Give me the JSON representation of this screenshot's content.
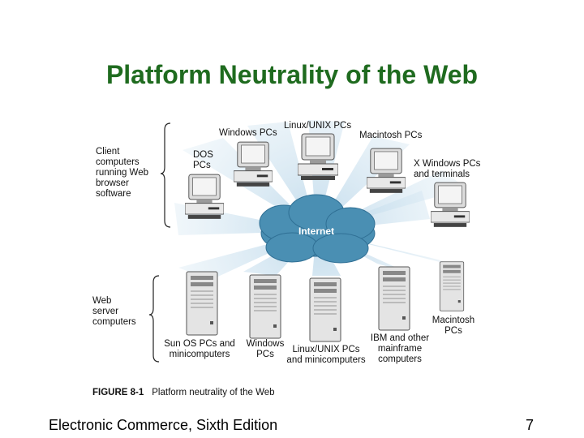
{
  "slide": {
    "title": "Platform Neutrality of the Web",
    "footer_left": "Electronic Commerce, Sixth Edition",
    "page_number": "7"
  },
  "figure": {
    "group_clients": "Client\ncomputers\nrunning Web\nbrowser\nsoftware",
    "group_servers": "Web\nserver\ncomputers",
    "network": "Internet",
    "clients": [
      {
        "label": "DOS\nPCs"
      },
      {
        "label": "Windows PCs"
      },
      {
        "label": "Linux/UNIX PCs"
      },
      {
        "label": "Macintosh PCs"
      },
      {
        "label": "X Windows PCs\nand terminals"
      }
    ],
    "servers": [
      {
        "label": "Sun OS PCs and\nminicomputers"
      },
      {
        "label": "Windows\nPCs"
      },
      {
        "label": "Linux/UNIX PCs\nand minicomputers"
      },
      {
        "label": "IBM and other\nmainframe\ncomputers"
      },
      {
        "label": "Macintosh\nPCs"
      }
    ],
    "caption_number": "FIGURE 8-1",
    "caption_text": "Platform neutrality of the Web",
    "colors": {
      "title": "#1f6b1f",
      "cloud": "#4a8fb3",
      "rays": "#d6e8f2",
      "device_light": "#e6e6e6",
      "device_dark": "#8a8a8a",
      "screen": "#8f8f8f"
    }
  }
}
